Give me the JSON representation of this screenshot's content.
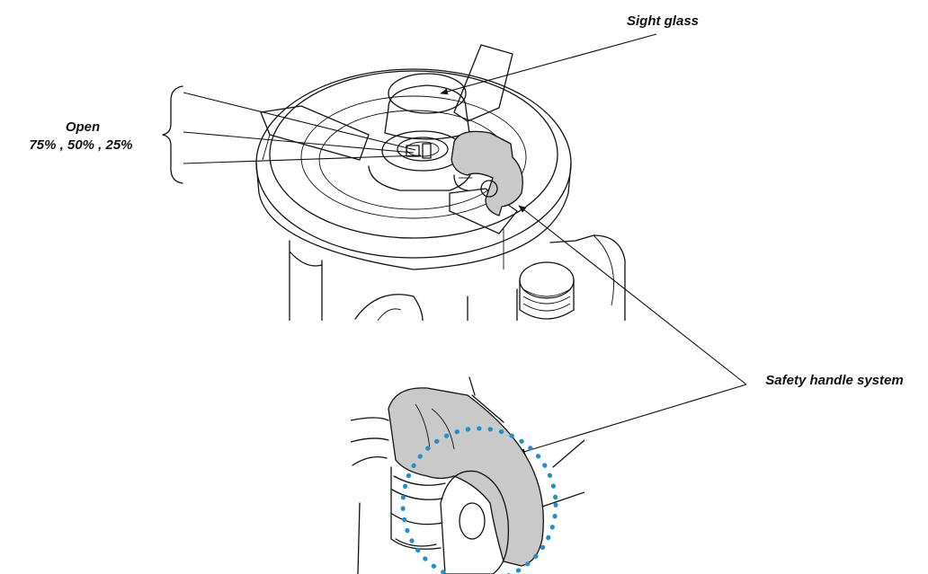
{
  "labels": {
    "sight_glass": "Sight glass",
    "open_title": "Open",
    "open_values": "75% ,  50% ,  25%",
    "safety_handle": "Safety handle system"
  },
  "colors": {
    "handle_fill": "#c9c9c9",
    "highlight_dots": "#1e90d0",
    "ink": "#111111"
  }
}
